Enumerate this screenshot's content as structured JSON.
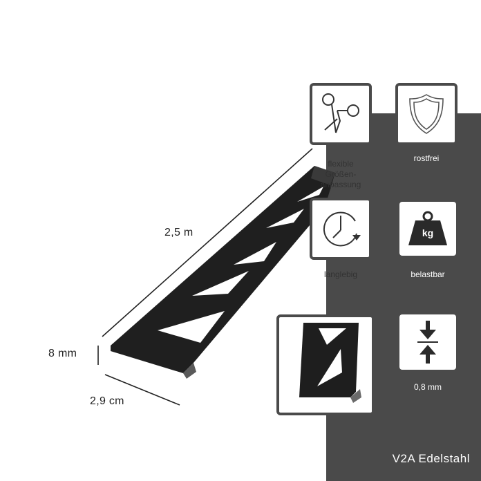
{
  "features": [
    {
      "label": "flexible\nGrößen-\nanpassung",
      "icon": "scissors-icon"
    },
    {
      "label": "rostfrei",
      "icon": "shield-icon"
    },
    {
      "label": "langlebig",
      "icon": "clock-icon"
    },
    {
      "label": "belastbar",
      "icon": "weight-icon"
    },
    {
      "label": "0,8 mm",
      "icon": "compression-arrows-icon"
    }
  ],
  "weight_text": "kg",
  "dimensions": {
    "length": "2,5 m",
    "height": "8 mm",
    "width": "2,9 cm"
  },
  "brand_text": "V2A Edelstahl",
  "colors": {
    "panel": "#4a4a4a",
    "profile": "#1f1f1f",
    "text_dark": "#222222",
    "text_light": "#ffffff"
  }
}
